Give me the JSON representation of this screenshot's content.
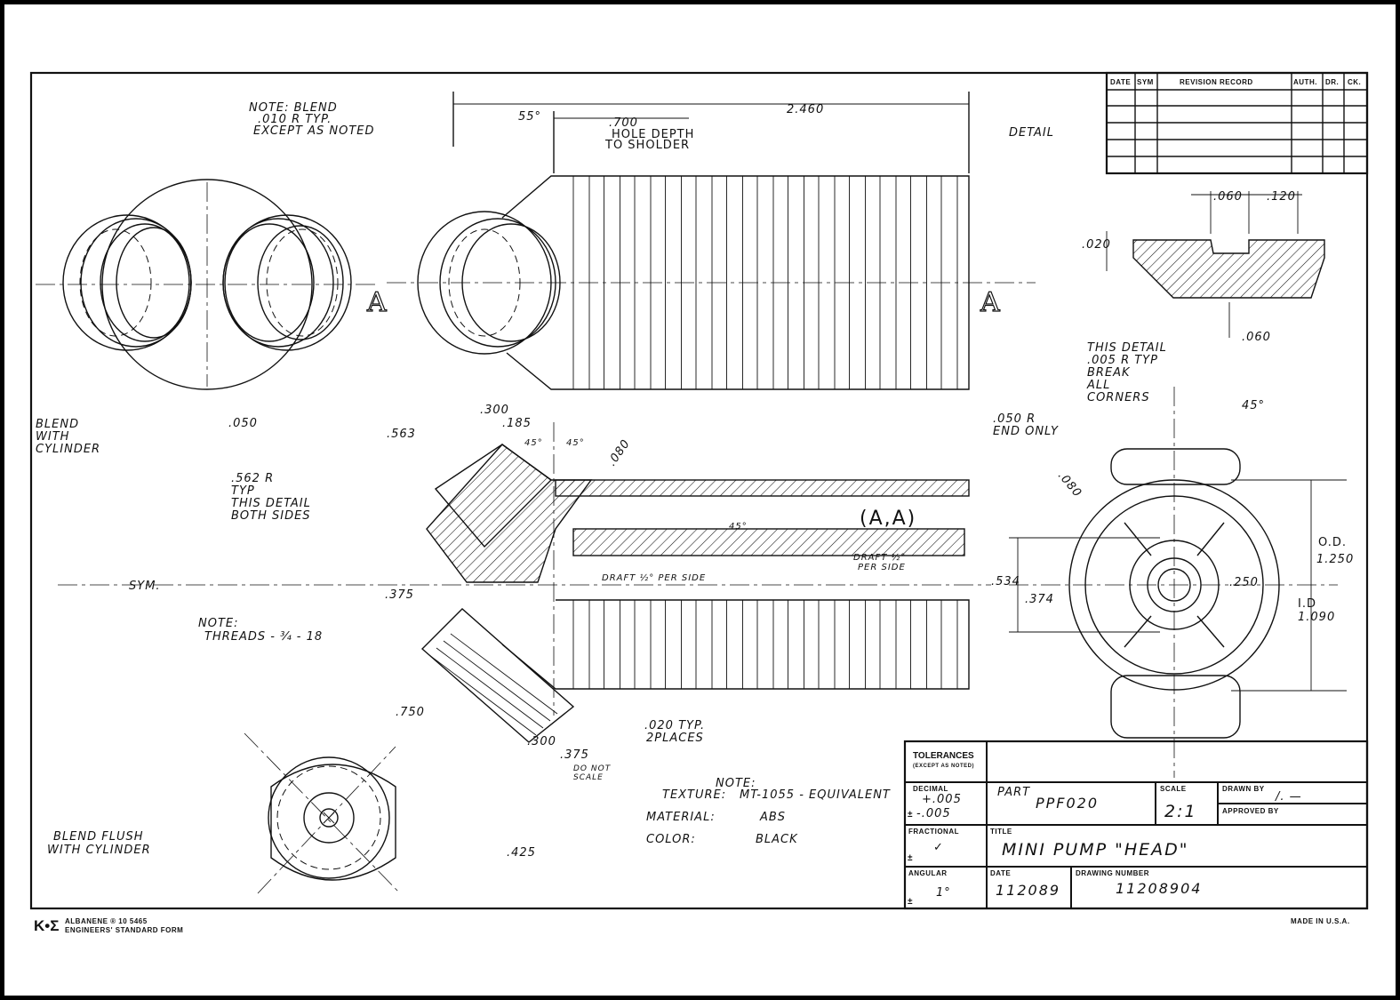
{
  "revision_table": {
    "headers": [
      "DATE",
      "SYM",
      "REVISION RECORD",
      "AUTH.",
      "DR.",
      "CK."
    ]
  },
  "title_block": {
    "tolerances_label": "TOLERANCES",
    "tolerances_sub": "(EXCEPT AS NOTED)",
    "decimal_label": "DECIMAL",
    "decimal_plus": "+.005",
    "decimal_minus": "-.005",
    "fractional_label": "FRACTIONAL",
    "fractional_value": "✓",
    "angular_label": "ANGULAR",
    "angular_value": "1°",
    "plus_minus": "±",
    "part_label": "PART",
    "part_value": "PPF020",
    "scale_label": "SCALE",
    "scale_value": "2:1",
    "drawn_by_label": "DRAWN BY",
    "drawn_by_value": "/. —",
    "approved_by_label": "APPROVED BY",
    "title_label": "TITLE",
    "title_value": "MINI PUMP \"HEAD\"",
    "date_label": "DATE",
    "date_value": "112089",
    "drawing_number_label": "DRAWING NUMBER",
    "drawing_number_value": "11208904"
  },
  "notes": {
    "blend_note": [
      "NOTE: BLEND",
      ".010 R TYP.",
      "EXCEPT AS NOTED"
    ],
    "hole_depth": [
      ".700",
      "HOLE DEPTH",
      "TO SHOLDER"
    ],
    "detail_label": "DETAIL",
    "detail_radius": [
      "THIS DETAIL",
      ".005 R TYP",
      "BREAK",
      "ALL",
      "CORNERS"
    ],
    "end_only": [
      ".050 R",
      "END ONLY"
    ],
    "blend_cylinder": [
      "BLEND",
      "WITH",
      "CYLINDER"
    ],
    "typ_562": [
      ".562 R",
      "TYP",
      "THIS DETAIL",
      "BOTH SIDES"
    ],
    "section_label": "(A,A)",
    "draft_half": "DRAFT ½° PER SIDE",
    "draft_half_2": [
      "DRAFT ½°",
      "PER SIDE"
    ],
    "sym": "SYM.",
    "threads": [
      "NOTE:",
      "THREADS - ¾ - 18"
    ],
    "typ_020": [
      ".020 TYP.",
      "2PLACES"
    ],
    "do_not_scale": [
      "DO NOT",
      "SCALE"
    ],
    "blend_flush": [
      "BLEND FLUSH",
      "WITH CYLINDER"
    ],
    "note_title": "NOTE:",
    "texture_label": "TEXTURE:",
    "texture_value": "MT-1055 - EQUIVALENT",
    "material_label": "MATERIAL:",
    "material_value": "ABS",
    "color_label": "COLOR:",
    "color_value": "BLACK",
    "section_mark": "A"
  },
  "dimensions": {
    "d_2460": "2.460",
    "a_55": "55°",
    "d_050": ".050",
    "d_060a": ".060",
    "d_120": ".120",
    "d_020": ".020",
    "d_060b": ".060",
    "a_45_right": "45°",
    "d_300_top": ".300",
    "d_185": ".185",
    "d_563": ".563",
    "a_45a": "45°",
    "a_45b": "45°",
    "d_080": ".080",
    "a_45_inner": "45°",
    "d_375": ".375",
    "d_534": ".534",
    "d_374": ".374",
    "d_250": ".250",
    "d_080_right": ".080",
    "od_label": "O.D.",
    "od_value": "1.250",
    "id_label": "I.D",
    "id_value": "1.090",
    "d_750": ".750",
    "d_300_bot": ".300",
    "d_375_bot": ".375",
    "d_425": ".425"
  },
  "footer": {
    "logo": "K•Σ",
    "brand": "ALBANENE ® 10 5465",
    "form": "ENGINEERS' STANDARD FORM",
    "made_in": "MADE IN U.S.A."
  }
}
